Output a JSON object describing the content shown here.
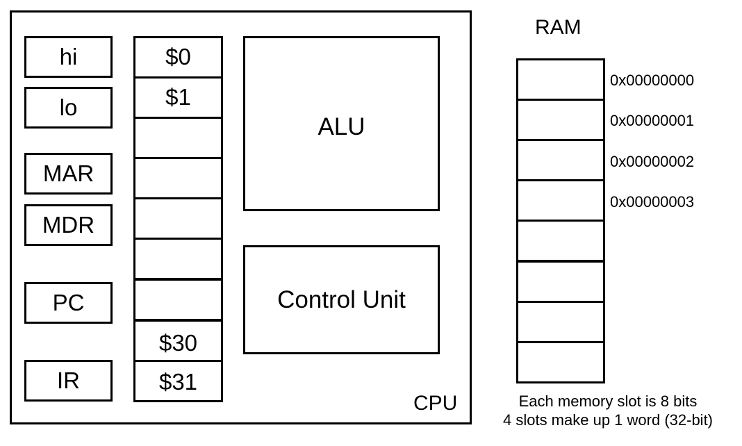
{
  "cpu": {
    "label": "CPU",
    "special_registers": [
      "hi",
      "lo",
      "MAR",
      "MDR",
      "PC",
      "IR"
    ],
    "general_registers": [
      "$0",
      "$1",
      "",
      "",
      "",
      "",
      "",
      "$30",
      "$31"
    ],
    "alu_label": "ALU",
    "control_unit_label": "Control Unit"
  },
  "ram": {
    "title": "RAM",
    "slots": [
      "",
      "",
      "",
      "",
      "",
      "",
      "",
      ""
    ],
    "addresses": [
      "0x00000000",
      "0x00000001",
      "0x00000002",
      "0x00000003"
    ],
    "notes": [
      "Each memory slot is 8 bits",
      "4 slots make up 1 word (32-bit)"
    ]
  }
}
